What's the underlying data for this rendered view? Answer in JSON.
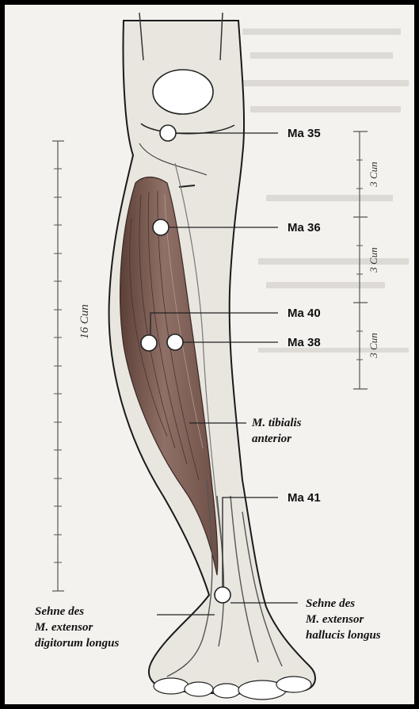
{
  "points": [
    {
      "name": "Ma 35"
    },
    {
      "name": "Ma 36"
    },
    {
      "name": "Ma 40"
    },
    {
      "name": "Ma 38"
    },
    {
      "name": "Ma 41"
    }
  ],
  "muscle": {
    "line1": "M. tibialis",
    "line2": "anterior"
  },
  "tendon_left": {
    "line1": "Sehne des",
    "line2": "M. extensor",
    "line3": "digitorum longus"
  },
  "tendon_right": {
    "line1": "Sehne des",
    "line2": "M. extensor",
    "line3": "hallucis longus"
  },
  "scale_left": {
    "label": "16 Cun"
  },
  "scale_right": {
    "segments": [
      "3 Cun",
      "3 Cun",
      "3 Cun"
    ]
  },
  "colors": {
    "muscle": "#8a6a60",
    "muscle_dark": "#5c4038",
    "bone": "#e6e3dd",
    "frame": "#000000"
  }
}
